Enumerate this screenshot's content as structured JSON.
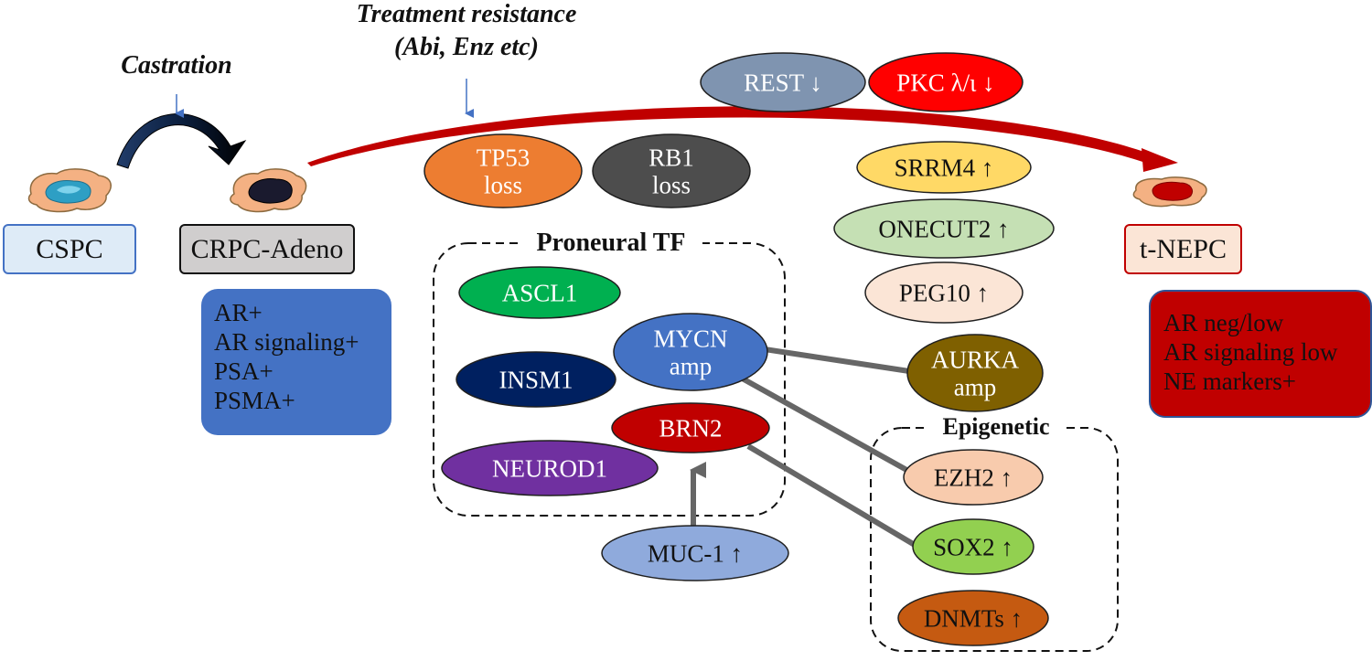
{
  "labels": {
    "castration": "Castration",
    "treatment_resistance_line1": "Treatment resistance",
    "treatment_resistance_line2": "(Abi, Enz etc)",
    "proneural_tf": "Proneural TF",
    "epigenetic": "Epigenetic"
  },
  "stages": {
    "cspc": "CSPC",
    "crpc_adeno": "CRPC-Adeno",
    "t_nepc": "t-NEPC"
  },
  "crpc_markers": [
    "AR+",
    "AR signaling+",
    "PSA+",
    "PSMA+"
  ],
  "nepc_markers": [
    "AR neg/low",
    "AR signaling low",
    "NE markers+"
  ],
  "ellipses": {
    "rest": {
      "line1": "REST ↓",
      "fill": "#7f94b0",
      "text_color": "#ffffff"
    },
    "pkc": {
      "line1": "PKC λ/ι ↓",
      "fill": "#ff0000",
      "text_color": "#ffffff"
    },
    "tp53": {
      "line1": "TP53",
      "line2": "loss",
      "fill": "#ed7d31",
      "text_color": "#ffffff"
    },
    "rb1": {
      "line1": "RB1",
      "line2": "loss",
      "fill": "#4d4d4d",
      "text_color": "#ffffff"
    },
    "srrm4": {
      "line1": "SRRM4 ↑",
      "fill": "#ffd966",
      "text_color": "#111111"
    },
    "onecut2": {
      "line1": "ONECUT2 ↑",
      "fill": "#c5e0b4",
      "text_color": "#111111"
    },
    "peg10": {
      "line1": "PEG10 ↑",
      "fill": "#fbe5d6",
      "text_color": "#111111"
    },
    "ascl1": {
      "line1": "ASCL1",
      "fill": "#00b050",
      "text_color": "#ffffff"
    },
    "mycn": {
      "line1": "MYCN",
      "line2": "amp",
      "fill": "#4472c4",
      "text_color": "#ffffff"
    },
    "insm1": {
      "line1": "INSM1",
      "fill": "#002060",
      "text_color": "#ffffff"
    },
    "brn2": {
      "line1": "BRN2",
      "fill": "#c00000",
      "text_color": "#ffffff"
    },
    "neurod1": {
      "line1": "NEUROD1",
      "fill": "#7030a0",
      "text_color": "#ffffff"
    },
    "muc1": {
      "line1": "MUC-1 ↑",
      "fill": "#8faadc",
      "text_color": "#111111"
    },
    "aurka": {
      "line1": "AURKA",
      "line2": "amp",
      "fill": "#7f6000",
      "text_color": "#ffffff"
    },
    "ezh2": {
      "line1": "EZH2 ↑",
      "fill": "#f8cbad",
      "text_color": "#111111"
    },
    "sox2": {
      "line1": "SOX2 ↑",
      "fill": "#92d050",
      "text_color": "#111111"
    },
    "dnmts": {
      "line1": "DNMTs ↑",
      "fill": "#c55a11",
      "text_color": "#111111"
    }
  },
  "colors": {
    "cspc_fill": "#deebf7",
    "cspc_border": "#4472c4",
    "crpc_fill": "#d0cece",
    "crpc_border": "#111111",
    "nepc_fill": "#fbe5d6",
    "nepc_border": "#c00000",
    "crpc_markers_fill": "#4472c4",
    "nepc_markers_fill": "#c00000",
    "arc_red": "#c00000",
    "arc_navy": "#0b1f3f",
    "connector_gray": "#666666",
    "small_arrow_blue": "#4472c4"
  }
}
